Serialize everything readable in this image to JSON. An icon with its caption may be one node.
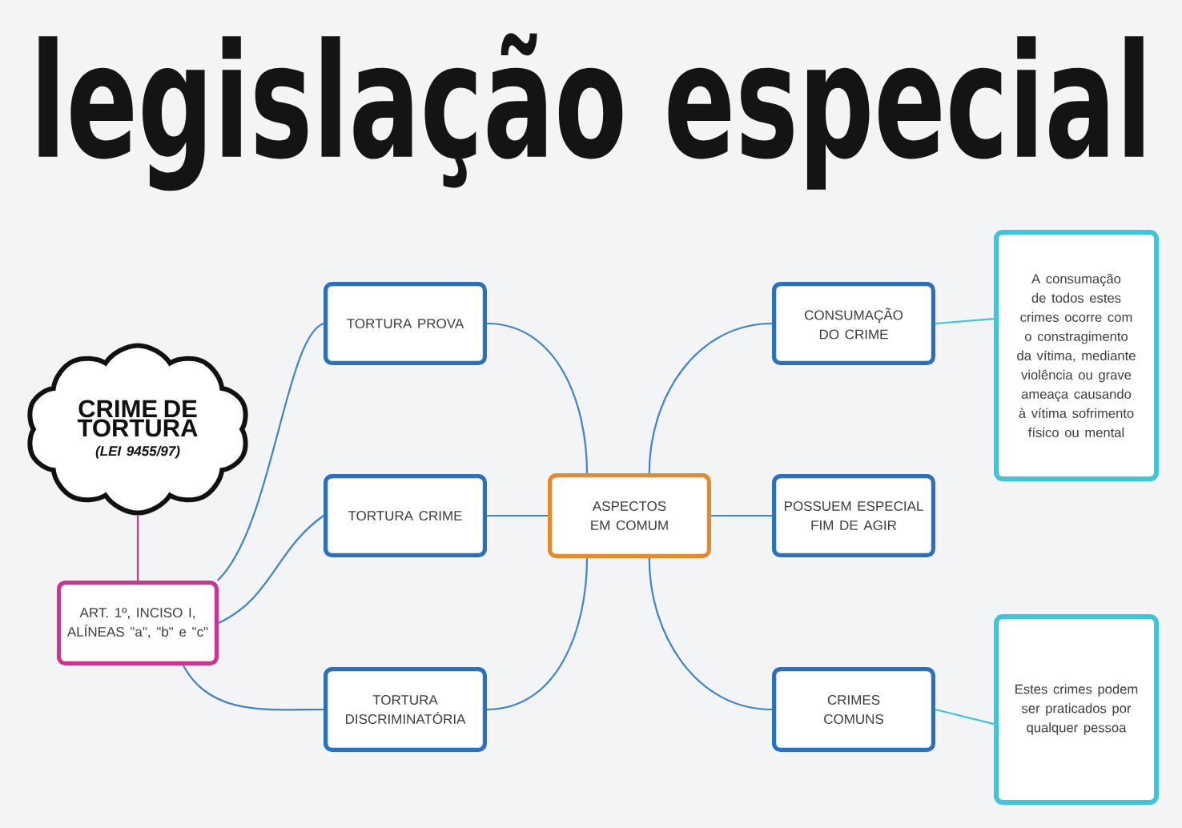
{
  "diagram": {
    "title": "legislação especial",
    "nodes": [
      {
        "text": [
          "CRIME DE TORTURA",
          "(LEI 9455/97)"
        ]
      },
      {
        "text": [
          "ART. 1º, INCISO I, ALÍNEAS \"a\", \"b\" e \"c\""
        ]
      },
      {
        "text": [
          "TORTURA PROVA"
        ]
      },
      {
        "text": [
          "TORTURA CRIME"
        ]
      },
      {
        "text": [
          "TORTURA DISCRIMINATÓRIA"
        ]
      },
      {
        "text": [
          "ASPECTOS EM COMUM"
        ]
      },
      {
        "text": [
          "CONSUMAÇÃO DO CRIME"
        ]
      },
      {
        "text": [
          "POSSUEM ESPECIAL FIM DE AGIR"
        ]
      },
      {
        "text": [
          "CRIMES COMUNS"
        ]
      },
      {
        "text": [
          "A consumação de todos estes crimes ocorre com o constragimento da vítima, mediante violência ou grave ameaça causando à vítima sofrimento físico ou mental"
        ]
      },
      {
        "text": [
          "Estes crimes podem ser praticados por qualquer pessoa"
        ]
      }
    ],
    "edges": [
      {
        "from": 0,
        "to": 1,
        "arrow": "none",
        "color": "#c93590"
      },
      {
        "from": 1,
        "to": 2,
        "arrow": "none"
      },
      {
        "from": 1,
        "to": 3,
        "arrow": "none"
      },
      {
        "from": 1,
        "to": 4,
        "arrow": "none"
      },
      {
        "from": 2,
        "to": 5,
        "arrow": "none"
      },
      {
        "from": 3,
        "to": 5,
        "arrow": "none"
      },
      {
        "from": 4,
        "to": 5,
        "arrow": "none"
      },
      {
        "from": 5,
        "to": 6,
        "arrow": "none"
      },
      {
        "from": 5,
        "to": 7,
        "arrow": "none"
      },
      {
        "from": 5,
        "to": 8,
        "arrow": "none"
      },
      {
        "from": 6,
        "to": 9,
        "arrow": "none",
        "color": "#40c4da"
      },
      {
        "from": 8,
        "to": 10,
        "arrow": "none",
        "color": "#40c4da"
      }
    ]
  }
}
